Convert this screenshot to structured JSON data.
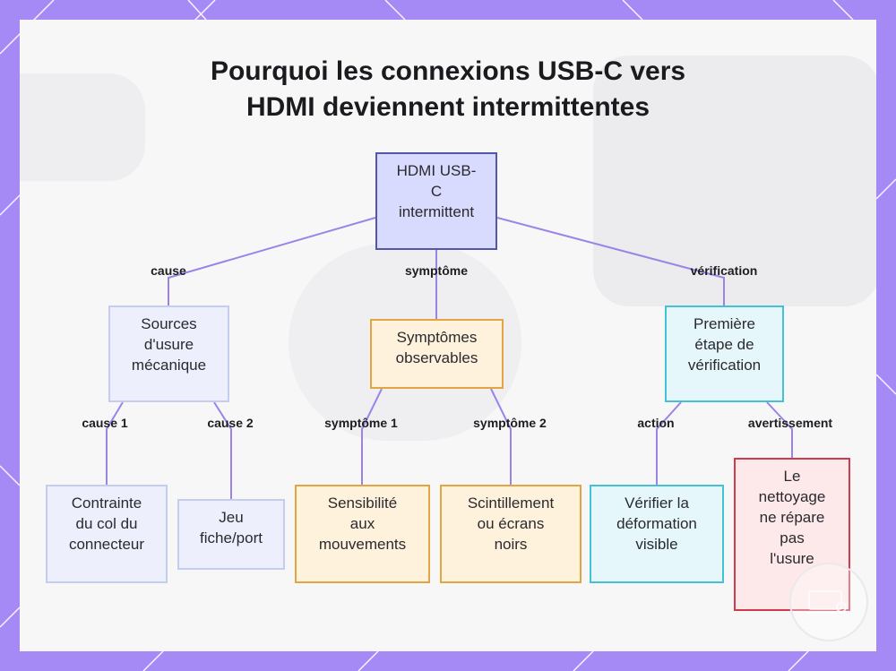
{
  "title": {
    "line1": "Pourquoi les connexions USB-C vers",
    "line2": "HDMI deviennent intermittentes"
  },
  "nodes": {
    "root": {
      "lines": [
        "HDMI USB-",
        "C",
        "intermittent"
      ]
    },
    "cause": {
      "lines": [
        "Sources",
        "d'usure",
        "mécanique"
      ]
    },
    "symptom": {
      "lines": [
        "Symptômes",
        "observables"
      ]
    },
    "verify": {
      "lines": [
        "Première",
        "étape de",
        "vérification"
      ]
    },
    "cause1": {
      "lines": [
        "Contrainte",
        "du col du",
        "connecteur"
      ]
    },
    "cause2": {
      "lines": [
        "Jeu",
        "fiche/port"
      ]
    },
    "symptom1": {
      "lines": [
        "Sensibilité",
        "aux",
        "mouvements"
      ]
    },
    "symptom2": {
      "lines": [
        "Scintillement",
        "ou écrans",
        "noirs"
      ]
    },
    "action": {
      "lines": [
        "Vérifier la",
        "déformation",
        "visible"
      ]
    },
    "warning": {
      "lines": [
        "Le",
        "nettoyage",
        "ne répare",
        "pas",
        "l'usure"
      ]
    }
  },
  "edge_labels": {
    "cause": "cause",
    "symptom": "symptôme",
    "verify": "vérification",
    "cause1": "cause 1",
    "cause2": "cause 2",
    "symptom1": "symptôme 1",
    "symptom2": "symptôme 2",
    "action": "action",
    "warning": "avertissement"
  },
  "colors": {
    "background": "#a58af6",
    "connector": "#9b84e6",
    "root_fill": "#d8dafe",
    "root_border": "#5457a8",
    "cause_fill": "#edf0fc",
    "symptom_fill": "#fff2dc",
    "symptom_border": "#e2a544",
    "verify_fill": "#e6f7fb",
    "verify_border": "#45c1d4",
    "warning_fill": "#fde8ea",
    "warning_border": "#cf3b4c"
  }
}
